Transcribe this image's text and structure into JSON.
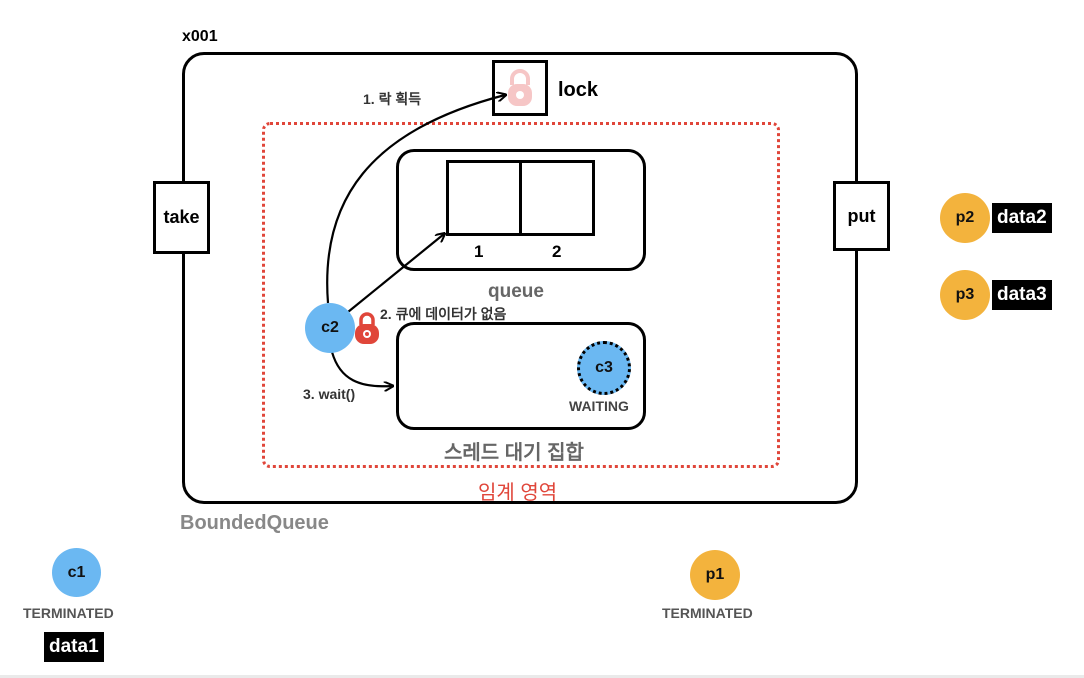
{
  "object_ref": "x001",
  "container": {
    "name": "BoundedQueue",
    "critical_region_label": "임계 영역"
  },
  "lock": {
    "label": "lock",
    "icon": "padlock-icon"
  },
  "methods": {
    "take": "take",
    "put": "put"
  },
  "queue": {
    "label": "queue",
    "slots": [
      "1",
      "2"
    ]
  },
  "wait_set": {
    "label": "스레드 대기 집합",
    "thread": "c3",
    "status": "WAITING"
  },
  "steps": {
    "step1": "1. 락 획득",
    "step2": "2. 큐에 데이터가 없음",
    "step3": "3. wait()"
  },
  "threads": {
    "c1": {
      "name": "c1",
      "status": "TERMINATED",
      "data": "data1"
    },
    "c2": {
      "name": "c2"
    },
    "p1": {
      "name": "p1",
      "status": "TERMINATED"
    },
    "p2": {
      "name": "p2",
      "data": "data2"
    },
    "p3": {
      "name": "p3",
      "data": "data3"
    }
  },
  "colors": {
    "consumer": "#6bb8f2",
    "producer": "#f3b33d",
    "critical_region": "#e0463a",
    "lock_released": "#f6c6c6",
    "lock_held": "#e0463a"
  }
}
